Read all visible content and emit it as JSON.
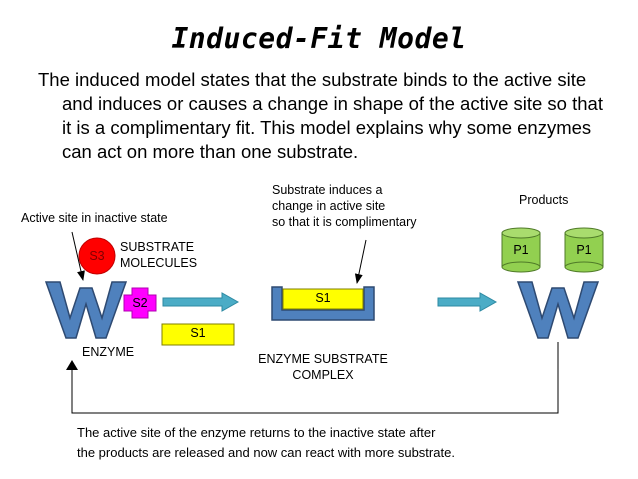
{
  "title": "Induced-Fit Model",
  "description": "The induced model states that the substrate binds to the active site and induces or causes a change in shape of the active site so that it is a complimentary fit.  This model explains why some enzymes can act on more than one substrate.",
  "labels": {
    "active_site_inactive": "Active site in inactive state",
    "substrate_molecules_line1": "SUBSTRATE",
    "substrate_molecules_line2": "MOLECULES",
    "enzyme": "ENZYME",
    "substrate_induces_line1": "Substrate induces a",
    "substrate_induces_line2": "change in active site",
    "substrate_induces_line3": "so that it is complimentary",
    "complex_line1": "ENZYME SUBSTRATE",
    "complex_line2": "COMPLEX",
    "products": "Products",
    "footer_line1": "The active site of the enzyme returns to the inactive state after",
    "footer_line2": "the products are released and now can react with more substrate."
  },
  "molecules": {
    "s3": "S3",
    "s2": "S2",
    "s1": "S1",
    "s1_bound": "S1",
    "p1_left": "P1",
    "p1_right": "P1"
  },
  "colors": {
    "enzyme_fill": "#4f81bd",
    "enzyme_stroke": "#2e4a72",
    "s3_fill": "#ff0000",
    "s2_fill": "#ff00ff",
    "s1_fill": "#ffff00",
    "product_fill": "#92d050",
    "arrow_fill": "#4bacc6"
  }
}
